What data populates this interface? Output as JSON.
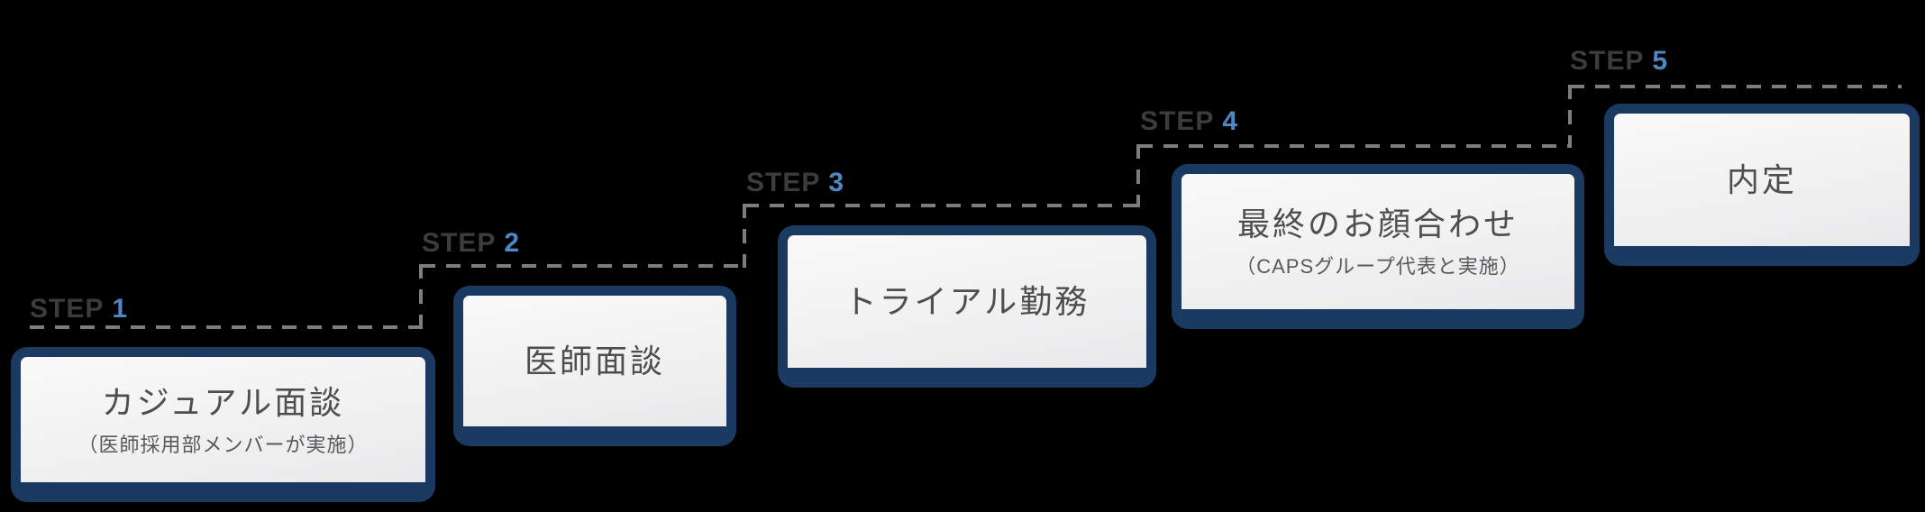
{
  "diagram": {
    "name": "recruitment-flow-steps",
    "colors": {
      "background": "#000000",
      "card_border": "#1a3a62",
      "card_fill_top": "#f9f9fa",
      "card_fill_bottom": "#e9e9eb",
      "step_word": "#3c3c3e",
      "step_number": "#4c89c4",
      "dashed_line": "#7d7d7d",
      "card_text": "#4e4e50",
      "card_subtext": "#59595b"
    },
    "steps": [
      {
        "label": "STEP",
        "number": "1",
        "title": "カジュアル面談",
        "subtitle": "（医師採用部メンバーが実施）"
      },
      {
        "label": "STEP",
        "number": "2",
        "title": "医師面談",
        "subtitle": ""
      },
      {
        "label": "STEP",
        "number": "3",
        "title": "トライアル勤務",
        "subtitle": ""
      },
      {
        "label": "STEP",
        "number": "4",
        "title": "最終のお顔合わせ",
        "subtitle": "（CAPSグループ代表と実施）"
      },
      {
        "label": "STEP",
        "number": "5",
        "title": "内定",
        "subtitle": ""
      }
    ]
  }
}
